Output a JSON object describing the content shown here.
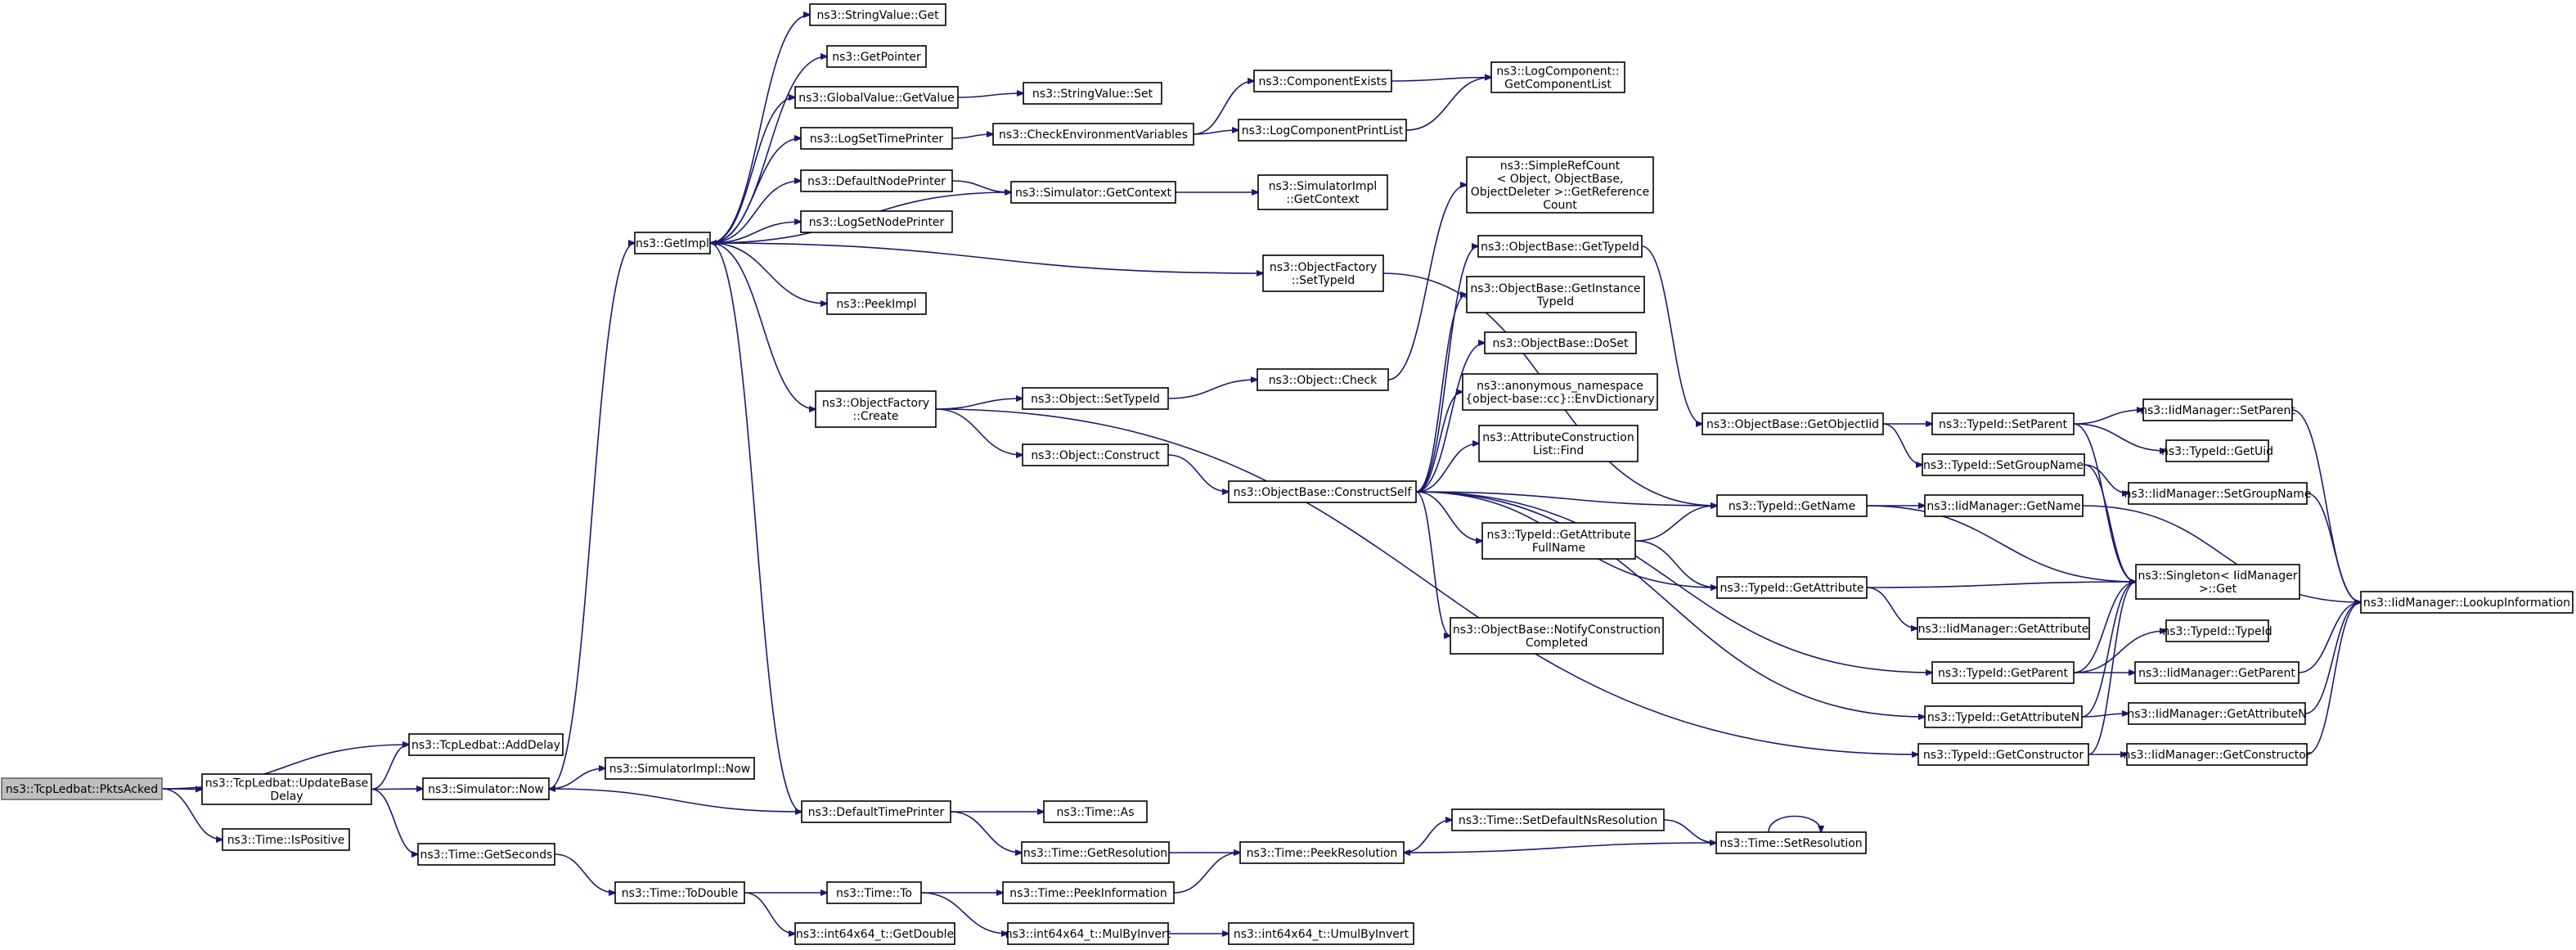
{
  "colors": {
    "edge": "#191970",
    "node_border": "#000000",
    "root_fill": "#bfbfbf",
    "background": "#ffffff"
  },
  "nodes": [
    {
      "id": "pktsacked",
      "lines": [
        "ns3::TcpLedbat::PktsAcked"
      ],
      "root": true
    },
    {
      "id": "adddelay",
      "lines": [
        "ns3::TcpLedbat::AddDelay"
      ]
    },
    {
      "id": "updatebase",
      "lines": [
        "ns3::TcpLedbat::UpdateBase",
        "Delay"
      ]
    },
    {
      "id": "ispositive",
      "lines": [
        "ns3::Time::IsPositive"
      ]
    },
    {
      "id": "simnow",
      "lines": [
        "ns3::Simulator::Now"
      ]
    },
    {
      "id": "getseconds",
      "lines": [
        "ns3::Time::GetSeconds"
      ]
    },
    {
      "id": "simimplnow",
      "lines": [
        "ns3::SimulatorImpl::Now"
      ]
    },
    {
      "id": "todouble",
      "lines": [
        "ns3::Time::ToDouble"
      ]
    },
    {
      "id": "timeto",
      "lines": [
        "ns3::Time::To"
      ]
    },
    {
      "id": "getdouble",
      "lines": [
        "ns3::int64x64_t::GetDouble"
      ]
    },
    {
      "id": "peekinfo",
      "lines": [
        "ns3::Time::PeekInformation"
      ]
    },
    {
      "id": "mulbyinvert",
      "lines": [
        "ns3::int64x64_t::MulByInvert"
      ]
    },
    {
      "id": "umulbyinvert",
      "lines": [
        "ns3::int64x64_t::UmulByInvert"
      ]
    },
    {
      "id": "getimpl",
      "lines": [
        "ns3::GetImpl"
      ]
    },
    {
      "id": "stringvalueget",
      "lines": [
        "ns3::StringValue::Get"
      ]
    },
    {
      "id": "getpointer",
      "lines": [
        "ns3::GetPointer"
      ]
    },
    {
      "id": "globalvalueget",
      "lines": [
        "ns3::GlobalValue::GetValue"
      ]
    },
    {
      "id": "stringvalueset",
      "lines": [
        "ns3::StringValue::Set"
      ]
    },
    {
      "id": "logsettimeprinter",
      "lines": [
        "ns3::LogSetTimePrinter"
      ]
    },
    {
      "id": "checkenv",
      "lines": [
        "ns3::CheckEnvironmentVariables"
      ]
    },
    {
      "id": "componentexists",
      "lines": [
        "ns3::ComponentExists"
      ]
    },
    {
      "id": "logcomponentprintlist",
      "lines": [
        "ns3::LogComponentPrintList"
      ]
    },
    {
      "id": "getcomponentlist",
      "lines": [
        "ns3::LogComponent::",
        "GetComponentList"
      ]
    },
    {
      "id": "defaultnodeprinter",
      "lines": [
        "ns3::DefaultNodePrinter"
      ]
    },
    {
      "id": "simgetcontext",
      "lines": [
        "ns3::Simulator::GetContext"
      ]
    },
    {
      "id": "simimplgetcontext",
      "lines": [
        "ns3::SimulatorImpl",
        "::GetContext"
      ]
    },
    {
      "id": "logsetnodeprinter",
      "lines": [
        "ns3::LogSetNodePrinter"
      ]
    },
    {
      "id": "peekimpl",
      "lines": [
        "ns3::PeekImpl"
      ]
    },
    {
      "id": "objectfactorysettypeid",
      "lines": [
        "ns3::ObjectFactory",
        "::SetTypeId"
      ]
    },
    {
      "id": "objectfactorycreate",
      "lines": [
        "ns3::ObjectFactory",
        "::Create"
      ]
    },
    {
      "id": "objectsettypeid",
      "lines": [
        "ns3::Object::SetTypeId"
      ]
    },
    {
      "id": "objectcheck",
      "lines": [
        "ns3::Object::Check"
      ]
    },
    {
      "id": "objectconstruct",
      "lines": [
        "ns3::Object::Construct"
      ]
    },
    {
      "id": "constructself",
      "lines": [
        "ns3::ObjectBase::ConstructSelf"
      ]
    },
    {
      "id": "simplerefcount",
      "lines": [
        "ns3::SimpleRefCount",
        "< Object, ObjectBase,",
        "ObjectDeleter >::GetReference",
        "Count"
      ]
    },
    {
      "id": "objectbasegettypeid",
      "lines": [
        "ns3::ObjectBase::GetTypeId"
      ]
    },
    {
      "id": "getinstancetypeid",
      "lines": [
        "ns3::ObjectBase::GetInstance",
        "TypeId"
      ]
    },
    {
      "id": "doset",
      "lines": [
        "ns3::ObjectBase::DoSet"
      ]
    },
    {
      "id": "envdictionary",
      "lines": [
        "ns3::anonymous_namespace",
        "{object-base::cc}::EnvDictionary"
      ]
    },
    {
      "id": "attrconstructionfind",
      "lines": [
        "ns3::AttributeConstruction",
        "List::Find"
      ]
    },
    {
      "id": "getattributefullname",
      "lines": [
        "ns3::TypeId::GetAttribute",
        "FullName"
      ]
    },
    {
      "id": "notifyconstruction",
      "lines": [
        "ns3::ObjectBase::NotifyConstruction",
        "Completed"
      ]
    },
    {
      "id": "defaulttimeprinter",
      "lines": [
        "ns3::DefaultTimePrinter"
      ]
    },
    {
      "id": "timeas",
      "lines": [
        "ns3::Time::As"
      ]
    },
    {
      "id": "timegetresolution",
      "lines": [
        "ns3::Time::GetResolution"
      ]
    },
    {
      "id": "peekresolution",
      "lines": [
        "ns3::Time::PeekResolution"
      ]
    },
    {
      "id": "setdefaultnsres",
      "lines": [
        "ns3::Time::SetDefaultNsResolution"
      ]
    },
    {
      "id": "setresolution",
      "lines": [
        "ns3::Time::SetResolution"
      ]
    },
    {
      "id": "getobjectiid",
      "lines": [
        "ns3::ObjectBase::GetObjectIid"
      ]
    },
    {
      "id": "typeidgetname",
      "lines": [
        "ns3::TypeId::GetName"
      ]
    },
    {
      "id": "typeidgetattribute",
      "lines": [
        "ns3::TypeId::GetAttribute"
      ]
    },
    {
      "id": "typeidsetparent",
      "lines": [
        "ns3::TypeId::SetParent"
      ]
    },
    {
      "id": "typeidsetgroupname",
      "lines": [
        "ns3::TypeId::SetGroupName"
      ]
    },
    {
      "id": "iidgetname",
      "lines": [
        "ns3::IidManager::GetName"
      ]
    },
    {
      "id": "iidgetattribute",
      "lines": [
        "ns3::IidManager::GetAttribute"
      ]
    },
    {
      "id": "typeidgetparent",
      "lines": [
        "ns3::TypeId::GetParent"
      ]
    },
    {
      "id": "typeidgetattributen",
      "lines": [
        "ns3::TypeId::GetAttributeN"
      ]
    },
    {
      "id": "typeidgetconstructor",
      "lines": [
        "ns3::TypeId::GetConstructor"
      ]
    },
    {
      "id": "iidsetparent",
      "lines": [
        "ns3::IidManager::SetParent"
      ]
    },
    {
      "id": "typeidgetuid",
      "lines": [
        "ns3::TypeId::GetUid"
      ]
    },
    {
      "id": "iidsetgroupname",
      "lines": [
        "ns3::IidManager::SetGroupName"
      ]
    },
    {
      "id": "singletonget",
      "lines": [
        "ns3::Singleton< IidManager",
        ">::Get"
      ]
    },
    {
      "id": "typeidtypeid",
      "lines": [
        "ns3::TypeId::TypeId"
      ]
    },
    {
      "id": "iidgetparent",
      "lines": [
        "ns3::IidManager::GetParent"
      ]
    },
    {
      "id": "iidgetattributen",
      "lines": [
        "ns3::IidManager::GetAttributeN"
      ]
    },
    {
      "id": "iidgetconstructor",
      "lines": [
        "ns3::IidManager::GetConstructor"
      ]
    },
    {
      "id": "lookupinfo",
      "lines": [
        "ns3::IidManager::LookupInformation"
      ]
    }
  ],
  "edges": [
    [
      "pktsacked",
      "adddelay"
    ],
    [
      "pktsacked",
      "updatebase"
    ],
    [
      "pktsacked",
      "ispositive"
    ],
    [
      "updatebase",
      "adddelay"
    ],
    [
      "updatebase",
      "simnow"
    ],
    [
      "updatebase",
      "getseconds"
    ],
    [
      "simnow",
      "simimplnow"
    ],
    [
      "simnow",
      "getimpl"
    ],
    [
      "getseconds",
      "todouble"
    ],
    [
      "todouble",
      "timeto"
    ],
    [
      "todouble",
      "getdouble"
    ],
    [
      "timeto",
      "peekinfo"
    ],
    [
      "timeto",
      "mulbyinvert"
    ],
    [
      "mulbyinvert",
      "umulbyinvert"
    ],
    [
      "peekinfo",
      "peekresolution"
    ],
    [
      "getimpl",
      "stringvalueget"
    ],
    [
      "getimpl",
      "getpointer"
    ],
    [
      "getimpl",
      "globalvalueget"
    ],
    [
      "getimpl",
      "logsettimeprinter"
    ],
    [
      "getimpl",
      "defaultnodeprinter"
    ],
    [
      "getimpl",
      "logsetnodeprinter"
    ],
    [
      "getimpl",
      "peekimpl"
    ],
    [
      "getimpl",
      "objectfactorysettypeid"
    ],
    [
      "getimpl",
      "objectfactorycreate"
    ],
    [
      "getimpl",
      "defaulttimeprinter"
    ],
    [
      "globalvalueget",
      "stringvalueset"
    ],
    [
      "logsettimeprinter",
      "checkenv"
    ],
    [
      "checkenv",
      "componentexists"
    ],
    [
      "checkenv",
      "logcomponentprintlist"
    ],
    [
      "componentexists",
      "getcomponentlist"
    ],
    [
      "logcomponentprintlist",
      "getcomponentlist"
    ],
    [
      "defaultnodeprinter",
      "simgetcontext"
    ],
    [
      "simgetcontext",
      "simimplgetcontext"
    ],
    [
      "simgetcontext",
      "getimpl"
    ],
    [
      "objectfactorysettypeid",
      "typeidgetname"
    ],
    [
      "objectfactorycreate",
      "objectsettypeid"
    ],
    [
      "objectfactorycreate",
      "objectconstruct"
    ],
    [
      "objectfactorycreate",
      "typeidgetconstructor"
    ],
    [
      "objectsettypeid",
      "objectcheck"
    ],
    [
      "objectcheck",
      "simplerefcount"
    ],
    [
      "objectconstruct",
      "constructself"
    ],
    [
      "constructself",
      "objectbasegettypeid"
    ],
    [
      "constructself",
      "getinstancetypeid"
    ],
    [
      "constructself",
      "doset"
    ],
    [
      "constructself",
      "envdictionary"
    ],
    [
      "constructself",
      "attrconstructionfind"
    ],
    [
      "constructself",
      "getattributefullname"
    ],
    [
      "constructself",
      "notifyconstruction"
    ],
    [
      "constructself",
      "typeidgetname"
    ],
    [
      "constructself",
      "typeidgetattribute"
    ],
    [
      "constructself",
      "typeidgetparent"
    ],
    [
      "constructself",
      "typeidgetattributen"
    ],
    [
      "objectbasegettypeid",
      "getobjectiid"
    ],
    [
      "getattributefullname",
      "typeidgetname"
    ],
    [
      "getattributefullname",
      "typeidgetattribute"
    ],
    [
      "defaulttimeprinter",
      "simnow"
    ],
    [
      "defaulttimeprinter",
      "timeas"
    ],
    [
      "defaulttimeprinter",
      "timegetresolution"
    ],
    [
      "timegetresolution",
      "peekresolution"
    ],
    [
      "peekresolution",
      "setdefaultnsres"
    ],
    [
      "setdefaultnsres",
      "setresolution"
    ],
    [
      "setresolution",
      "peekresolution"
    ],
    [
      "setresolution",
      "setresolution"
    ],
    [
      "getobjectiid",
      "typeidsetparent"
    ],
    [
      "getobjectiid",
      "typeidsetgroupname"
    ],
    [
      "typeidsetparent",
      "iidsetparent"
    ],
    [
      "typeidsetparent",
      "typeidgetuid"
    ],
    [
      "typeidsetparent",
      "singletonget"
    ],
    [
      "typeidsetgroupname",
      "iidsetgroupname"
    ],
    [
      "typeidsetgroupname",
      "singletonget"
    ],
    [
      "typeidgetname",
      "iidgetname"
    ],
    [
      "typeidgetname",
      "singletonget"
    ],
    [
      "typeidgetattribute",
      "singletonget"
    ],
    [
      "typeidgetattribute",
      "iidgetattribute"
    ],
    [
      "typeidgetparent",
      "typeidtypeid"
    ],
    [
      "typeidgetparent",
      "iidgetparent"
    ],
    [
      "typeidgetparent",
      "singletonget"
    ],
    [
      "typeidgetattributen",
      "iidgetattributen"
    ],
    [
      "typeidgetattributen",
      "singletonget"
    ],
    [
      "typeidgetconstructor",
      "iidgetconstructor"
    ],
    [
      "typeidgetconstructor",
      "singletonget"
    ],
    [
      "iidsetparent",
      "lookupinfo"
    ],
    [
      "iidsetgroupname",
      "lookupinfo"
    ],
    [
      "iidgetname",
      "lookupinfo"
    ],
    [
      "iidgetparent",
      "lookupinfo"
    ],
    [
      "iidgetattributen",
      "lookupinfo"
    ],
    [
      "iidgetconstructor",
      "lookupinfo"
    ]
  ]
}
